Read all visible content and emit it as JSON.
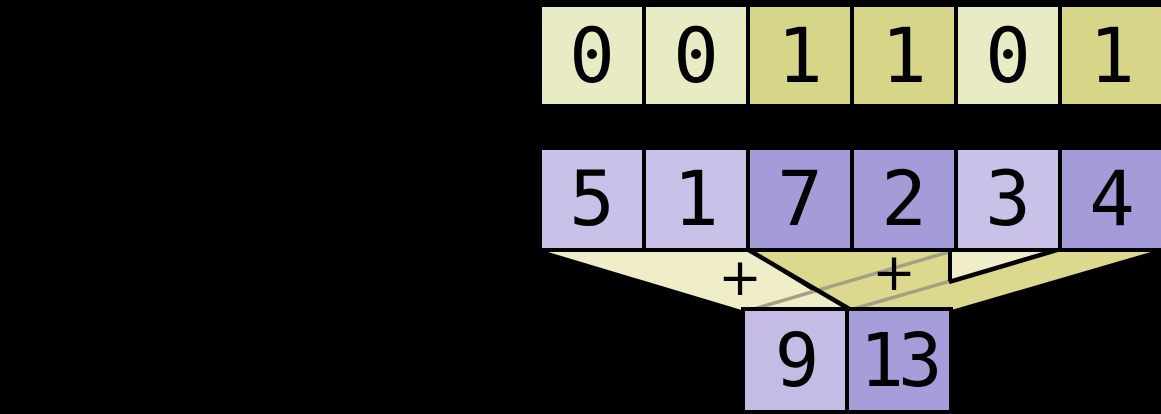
{
  "rows": {
    "mask": {
      "cells": [
        {
          "value": "0",
          "shade": "light"
        },
        {
          "value": "0",
          "shade": "light"
        },
        {
          "value": "1",
          "shade": "dark"
        },
        {
          "value": "1",
          "shade": "dark"
        },
        {
          "value": "0",
          "shade": "light"
        },
        {
          "value": "1",
          "shade": "dark"
        }
      ]
    },
    "values": {
      "cells": [
        {
          "value": "5",
          "shade": "light"
        },
        {
          "value": "1",
          "shade": "light"
        },
        {
          "value": "7",
          "shade": "dark"
        },
        {
          "value": "2",
          "shade": "dark"
        },
        {
          "value": "3",
          "shade": "light"
        },
        {
          "value": "4",
          "shade": "dark"
        }
      ]
    },
    "results": {
      "cells": [
        {
          "value": "9",
          "shade": "light"
        },
        {
          "value": "13",
          "shade": "dark"
        }
      ]
    }
  },
  "operators": {
    "left": "+",
    "right": "+"
  },
  "icons": [
    "plus-icon-left",
    "plus-icon-right"
  ],
  "colors": {
    "background": "#000000",
    "mask_light": "#e8ebc3",
    "mask_dark": "#d6d588",
    "value_light": "#c9c1e8",
    "value_dark": "#a49cd9",
    "result_light": "#c5bce5",
    "result_dark": "#a79dda",
    "funnel_light": "#efeec9",
    "funnel_dark": "#dcd98e",
    "funnel_edge_grey": "#a2a183",
    "outline": "#000000"
  }
}
